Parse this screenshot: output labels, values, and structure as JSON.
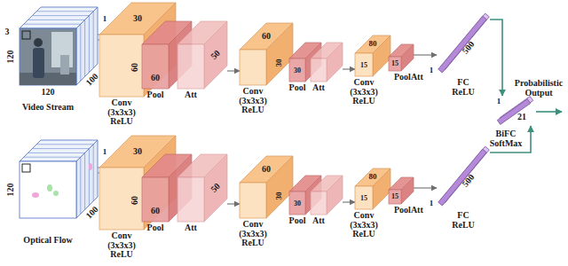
{
  "diagram": {
    "nodes": [
      {
        "text": [
          "Video Stream"
        ]
      },
      {
        "text": [
          "Conv (3x3x3) ReLU"
        ]
      },
      {
        "text": [
          "Pool"
        ]
      },
      {
        "text": [
          "Att"
        ]
      },
      {
        "text": [
          "Conv (3x3x3) ReLU"
        ]
      },
      {
        "text": [
          "Pool"
        ]
      },
      {
        "text": [
          "Att"
        ]
      },
      {
        "text": [
          "Conv (3x3x3) ReLU"
        ]
      },
      {
        "text": [
          "PoolAtt"
        ]
      },
      {
        "text": [
          "FC ReLU"
        ]
      },
      {
        "text": [
          "Optical Flow"
        ]
      },
      {
        "text": [
          "Conv (3x3x3) ReLU"
        ]
      },
      {
        "text": [
          "Pool"
        ]
      },
      {
        "text": [
          "Att"
        ]
      },
      {
        "text": [
          "Conv (3x3x3) ReLU"
        ]
      },
      {
        "text": [
          "Pool"
        ]
      },
      {
        "text": [
          "Att"
        ]
      },
      {
        "text": [
          "Conv (3x3x3) ReLU"
        ]
      },
      {
        "text": [
          "PoolAtt"
        ]
      },
      {
        "text": [
          "FC ReLU"
        ]
      },
      {
        "text": [
          "BiFC SoftMax"
        ]
      }
    ],
    "edges": [
      {
        "from": 3,
        "to": 4,
        "arrow": "to"
      },
      {
        "from": 6,
        "to": 7,
        "arrow": "to"
      },
      {
        "from": 8,
        "to": 9,
        "arrow": "to"
      },
      {
        "from": 13,
        "to": 14,
        "arrow": "to"
      },
      {
        "from": 16,
        "to": 17,
        "arrow": "to"
      },
      {
        "from": 18,
        "to": 19,
        "arrow": "to"
      },
      {
        "from": 9,
        "to": 20,
        "arrow": "to"
      },
      {
        "from": 19,
        "to": 20,
        "arrow": "to"
      }
    ],
    "labels": [
      "3",
      "120",
      "120",
      "100",
      "1",
      "30",
      "60",
      "60",
      "50",
      "60",
      "30",
      "30",
      "80",
      "15",
      "15",
      "500",
      "1",
      "120",
      "100",
      "1",
      "30",
      "60",
      "60",
      "50",
      "60",
      "30",
      "30",
      "80",
      "15",
      "15",
      "500",
      "1",
      "21",
      "1",
      "Probabilistic Output"
    ]
  }
}
